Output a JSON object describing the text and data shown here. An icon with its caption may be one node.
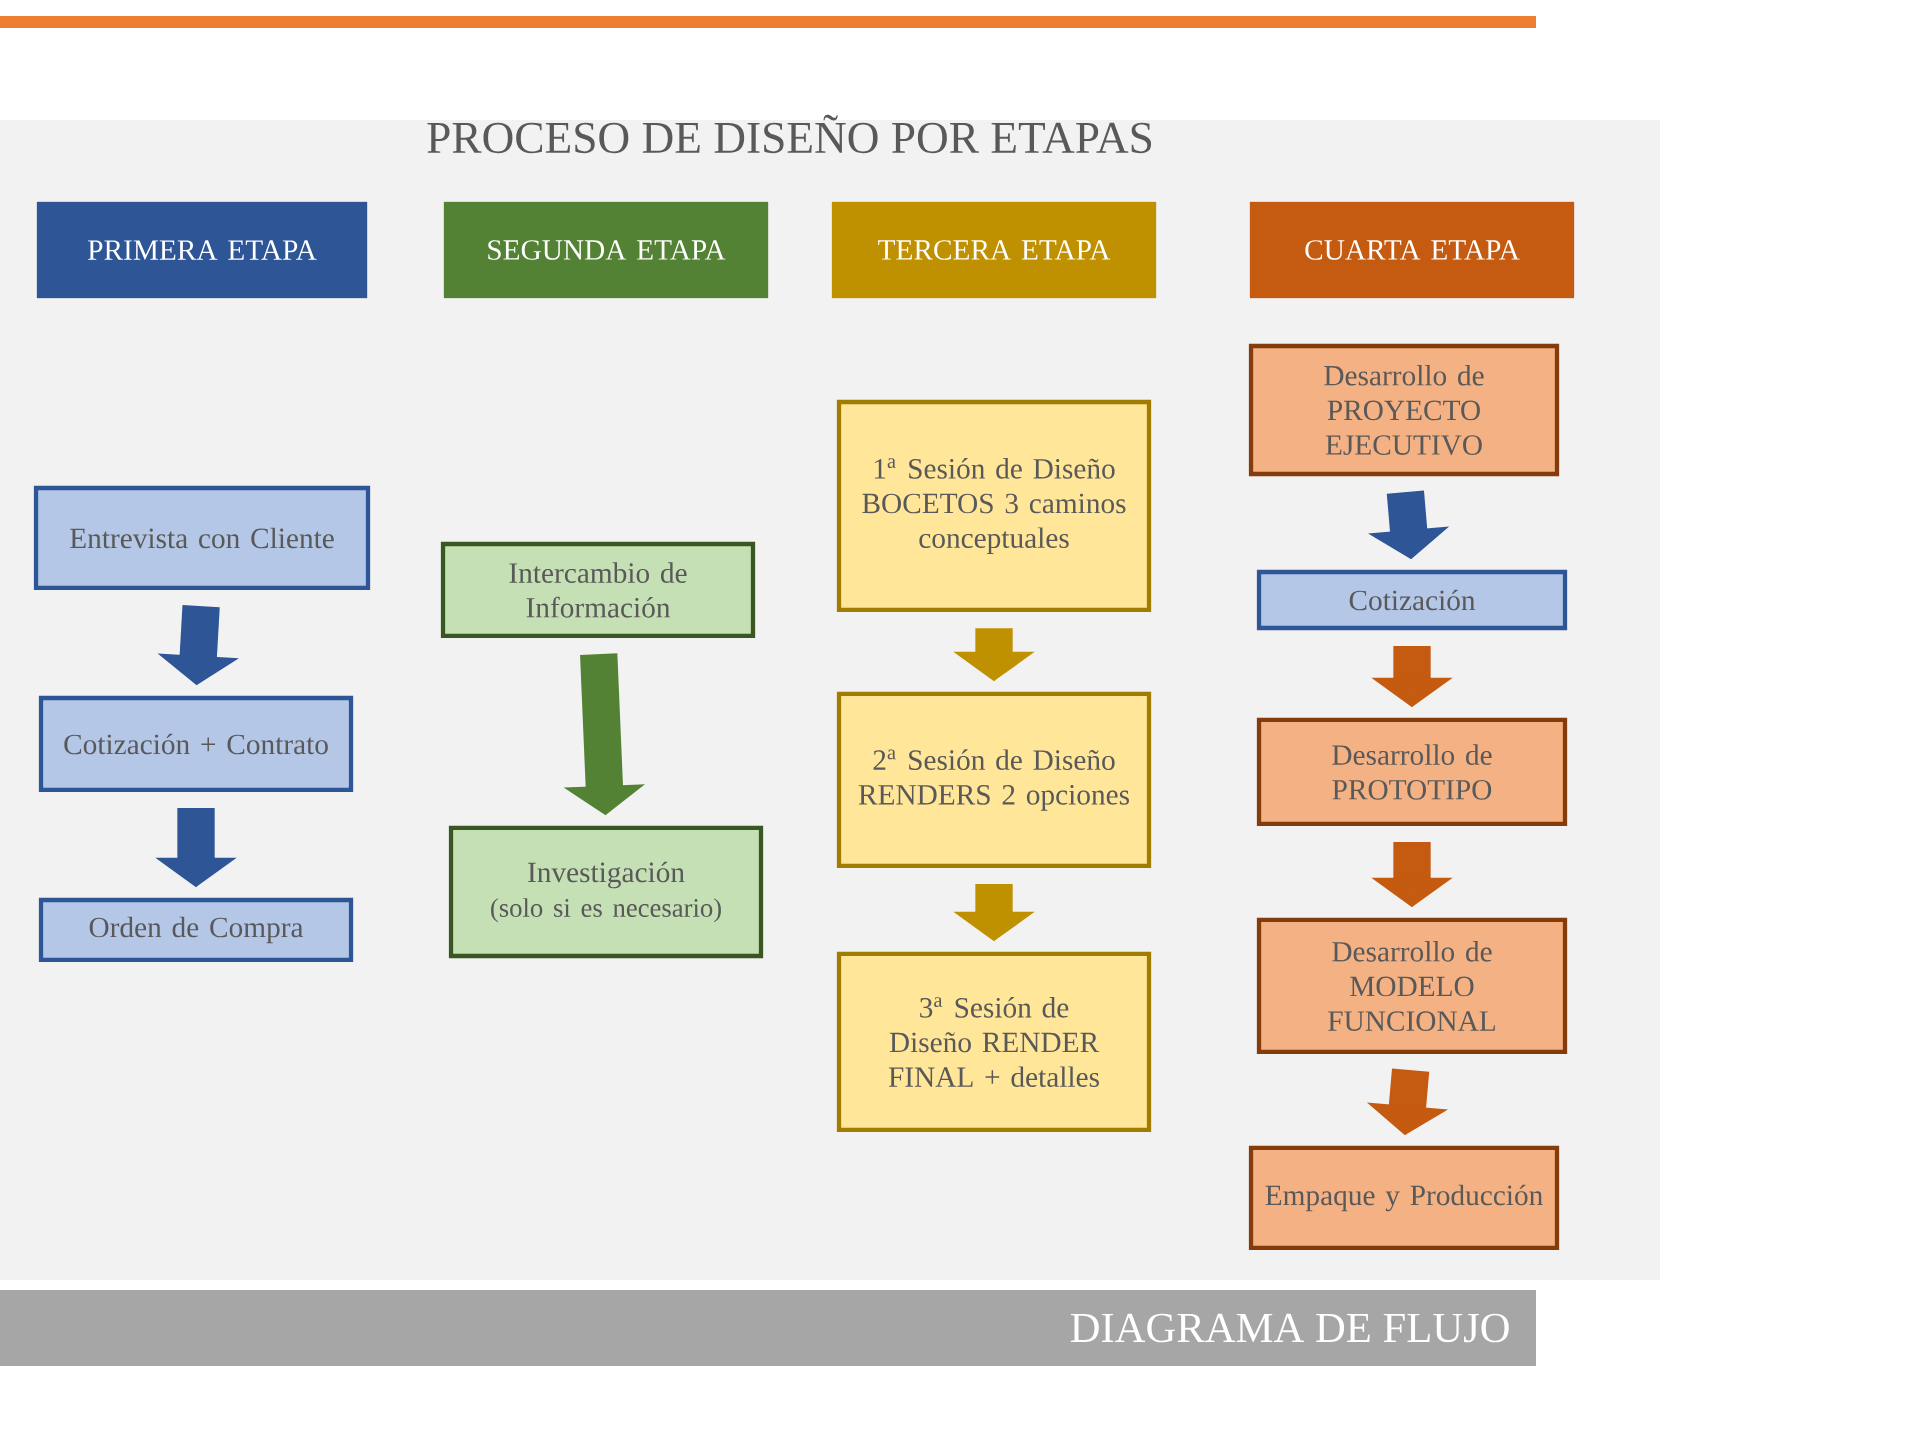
{
  "diagram": {
    "title": "PROCESO DE DISEÑO POR ETAPAS",
    "caption": "DIAGRAMA DE FLUJO",
    "nodes": [
      {
        "text": [
          "PRIMERA ETAPA"
        ]
      },
      {
        "text": [
          "SEGUNDA ETAPA"
        ]
      },
      {
        "text": [
          "TERCERA ETAPA"
        ]
      },
      {
        "text": [
          "CUARTA ETAPA"
        ]
      },
      {
        "text": [
          "Entrevista con Cliente"
        ]
      },
      {
        "text": [
          "Cotización + Contrato"
        ]
      },
      {
        "text": [
          "Orden de Compra"
        ]
      },
      {
        "text": [
          "Intercambio de Información"
        ]
      },
      {
        "text": [
          "Investigación",
          "(solo si es necesario)"
        ]
      },
      {
        "text": [
          "1$^{a}$ Sesión de Diseño BOCETOS 3 caminos conceptuales"
        ]
      },
      {
        "text": [
          "2$^{a}$ Sesión de Diseño RENDERS 2 opciones"
        ]
      },
      {
        "text": [
          "3$^{a}$ Sesión de Diseño RENDER FINAL + detalles"
        ]
      },
      {
        "text": [
          "Desarrollo de PROYECTO EJECUTIVO"
        ]
      },
      {
        "text": [
          "Cotización"
        ]
      },
      {
        "text": [
          "Desarrollo de PROTOTIPO"
        ]
      },
      {
        "text": [
          "Desarrollo de MODELO FUNCIONAL"
        ]
      },
      {
        "text": [
          "Empaque y Producción"
        ]
      }
    ],
    "edges": [
      {
        "from": 4,
        "to": 5,
        "arrow": "to",
        "color": "#2e5596"
      },
      {
        "from": 5,
        "to": 6,
        "arrow": "to",
        "color": "#2e5596"
      },
      {
        "from": 7,
        "to": 8,
        "arrow": "to",
        "color": "#548235"
      },
      {
        "from": 9,
        "to": 10,
        "arrow": "to",
        "color": "#bf9000"
      },
      {
        "from": 10,
        "to": 11,
        "arrow": "to",
        "color": "#bf9000"
      },
      {
        "from": 12,
        "to": 13,
        "arrow": "to",
        "color": "#2e5596"
      },
      {
        "from": 13,
        "to": 14,
        "arrow": "to",
        "color": "#c55a11"
      },
      {
        "from": 14,
        "to": 15,
        "arrow": "to",
        "color": "#c55a11"
      },
      {
        "from": 15,
        "to": 16,
        "arrow": "to",
        "color": "#c55a11"
      }
    ]
  }
}
